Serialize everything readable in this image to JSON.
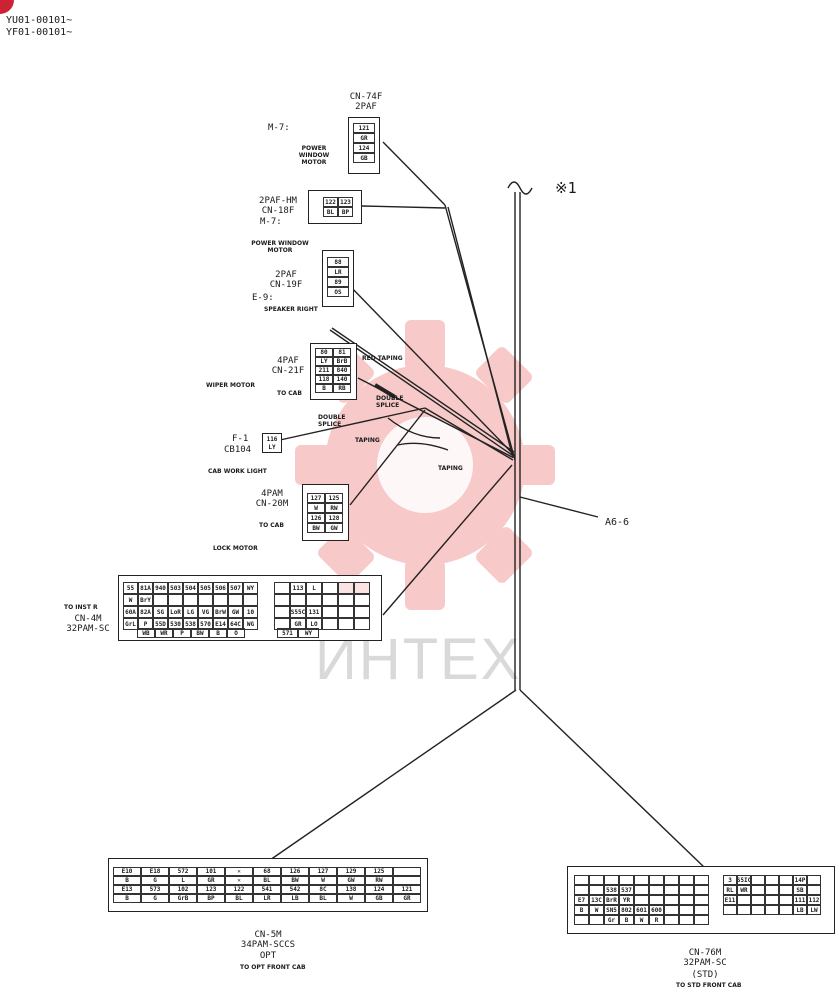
{
  "header": {
    "serial_1": "YU01-00101~",
    "serial_2": "YF01-00101~"
  },
  "trunk": {
    "note": "※1",
    "ref_label": "A6-6"
  },
  "watermark": {
    "text": "ИНТЕХ",
    "color": "#e84a4a"
  },
  "connectors": {
    "cn74f": {
      "name": "CN-74F",
      "type": "2PAF",
      "ref": "M-7:",
      "desc": "POWER WINDOW MOTOR",
      "pins": [
        "121",
        "GR",
        "124",
        "GB"
      ]
    },
    "cn18f": {
      "type": "2PAF-HM",
      "name": "CN-18F",
      "ref": "M-7:",
      "desc": "POWER WINDOW MOTOR",
      "pins": [
        "122",
        "123",
        "BL",
        "BP"
      ]
    },
    "cn19f": {
      "type": "2PAF",
      "name": "CN-19F",
      "ref": "E-9:",
      "desc": "SPEAKER RIGHT",
      "pins": [
        "88",
        "LR",
        "89",
        "OS"
      ]
    },
    "cn21f": {
      "type": "4PAF",
      "name": "CN-21F",
      "desc": "WIPER MOTOR",
      "sub": "TO CAB",
      "pins": [
        "80",
        "81",
        "LY",
        "BrB",
        "211",
        "840",
        "118",
        "140",
        "B",
        "RB"
      ]
    },
    "cb104": {
      "ref": "F-1",
      "name": "CB104",
      "desc": "CAB WORK LIGHT",
      "pins": [
        "116",
        "LY"
      ]
    },
    "cn20m": {
      "type": "4PAM",
      "name": "CN-20M",
      "sub": "TO CAB",
      "desc": "LOCK MOTOR",
      "pins": [
        "127",
        "125",
        "W",
        "RW",
        "126",
        "128",
        "BW",
        "GW"
      ]
    },
    "cn4m": {
      "desc": "TO INST R",
      "name": "CN-4M",
      "type": "32PAM-SC",
      "row1": [
        "55",
        "81A",
        "940",
        "503",
        "504",
        "505",
        "506",
        "507",
        "WY"
      ],
      "row1b": [
        "W",
        "BrY"
      ],
      "row2": [
        "60A",
        "82A",
        "SG",
        "LoR",
        "LG",
        "VG",
        "BrW",
        "GW",
        "10"
      ],
      "row3": [
        "GrL",
        "P",
        "55D",
        "530",
        "538",
        "570",
        "E14",
        "64C",
        "WG"
      ],
      "row4": [
        "WB",
        "WR",
        "P",
        "BW",
        "B",
        "O"
      ],
      "right_r1": [
        "113",
        "L"
      ],
      "right_r2": [
        "S55C",
        "131",
        "GR",
        "LO"
      ],
      "right_r3": [
        "571",
        "WY"
      ]
    },
    "cn5m": {
      "name": "CN-5M",
      "type": "34PAM-SCCS",
      "opt": "OPT",
      "desc": "TO OPT FRONT CAB",
      "r1": [
        "E10",
        "E18",
        "572",
        "101",
        "68",
        "126",
        "127",
        "129",
        "125"
      ],
      "r1b": [
        "B",
        "G",
        "L",
        "GR",
        "BL",
        "BW",
        "W",
        "GW",
        "RW"
      ],
      "r2": [
        "E13",
        "573",
        "102",
        "123",
        "122",
        "541",
        "542",
        "8C",
        "138",
        "124",
        "121"
      ],
      "r2b": [
        "B",
        "G",
        "GrB",
        "BP",
        "BL",
        "LR",
        "LB",
        "BL",
        "W",
        "GB",
        "GR"
      ]
    },
    "cn76m": {
      "name": "CN-76M",
      "type": "32PAM-SC",
      "std": "(STD)",
      "desc": "TO STD FRONT CAB",
      "r1": [
        "3",
        "S5IC",
        "14P"
      ],
      "r1b": [
        "RL",
        "WR",
        "SB"
      ],
      "r2": [
        "E7",
        "13C",
        "BrR",
        "YR",
        "E11",
        "111",
        "112"
      ],
      "r2b": [
        "B",
        "W",
        "SN5",
        "802",
        "601",
        "600",
        "LB",
        "LW"
      ],
      "r2c": [
        "538",
        "537"
      ],
      "r3": [
        "Gr",
        "B",
        "W",
        "R"
      ]
    }
  },
  "labels": {
    "red_taping": "RED TAPING",
    "double_splice_1": "DOUBLE SPLICE",
    "double_splice_2": "DOUBLE SPLICE",
    "taping_1": "TAPING",
    "taping_2": "TAPING"
  }
}
